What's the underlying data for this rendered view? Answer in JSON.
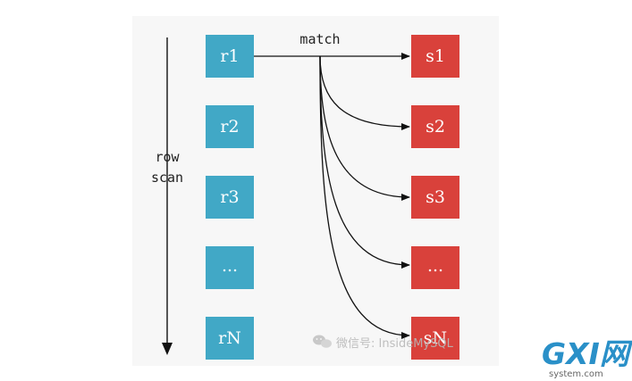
{
  "diagram": {
    "match_label": "match",
    "row_label_line1": "row",
    "row_label_line2": "scan",
    "r_boxes": [
      "r1",
      "r2",
      "r3",
      "...",
      "rN"
    ],
    "s_boxes": [
      "s1",
      "s2",
      "s3",
      "...",
      "sN"
    ],
    "colors": {
      "r_box": "#41a8c6",
      "s_box": "#d9413b",
      "arrow": "#111111",
      "background": "#f7f7f7"
    }
  },
  "watermark": {
    "text": "微信号: InsideMySQL",
    "icon": "wechat-icon"
  },
  "logo": {
    "main": "GXI网",
    "sub": "system.com"
  }
}
